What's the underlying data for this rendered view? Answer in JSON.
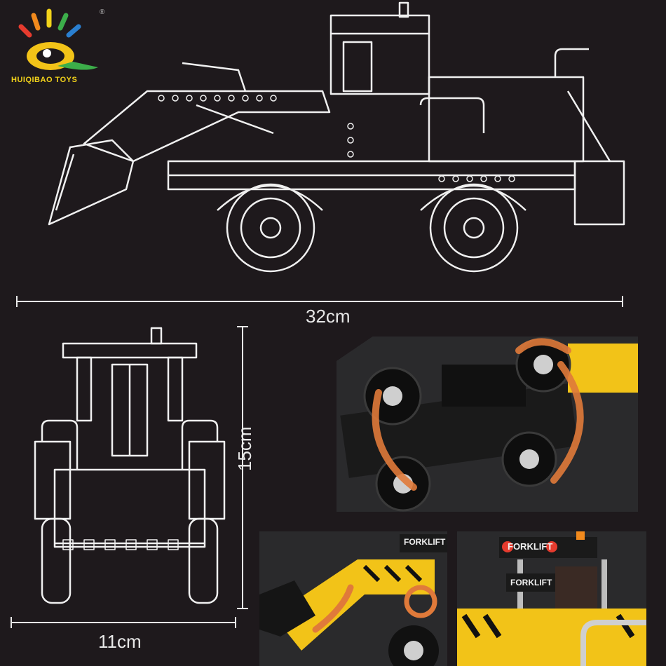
{
  "brand": {
    "name": "HUIQIBAO TOYS",
    "registered_mark": "®",
    "colors": [
      "#e63b2e",
      "#f28a1d",
      "#f2d21a",
      "#3cae4a",
      "#2a7fd0",
      "#8a3fb0"
    ]
  },
  "dimensions": {
    "length": "32cm",
    "height": "15cm",
    "width": "11cm"
  },
  "photos": {
    "underside": {
      "icon": "flip-arrows-icon"
    },
    "arm": {
      "decal": "FORKLIFT",
      "icon": "rotate-arrow-icon"
    },
    "cab": {
      "decal_top": "FORKLIFT",
      "decal_side": "FORKLIFT"
    }
  },
  "colors": {
    "background": "#1e191c",
    "line_art": "#f0f0f0",
    "model_yellow": "#f2c318",
    "model_black": "#1a1a1a",
    "arrow_orange": "#e07a3a"
  }
}
